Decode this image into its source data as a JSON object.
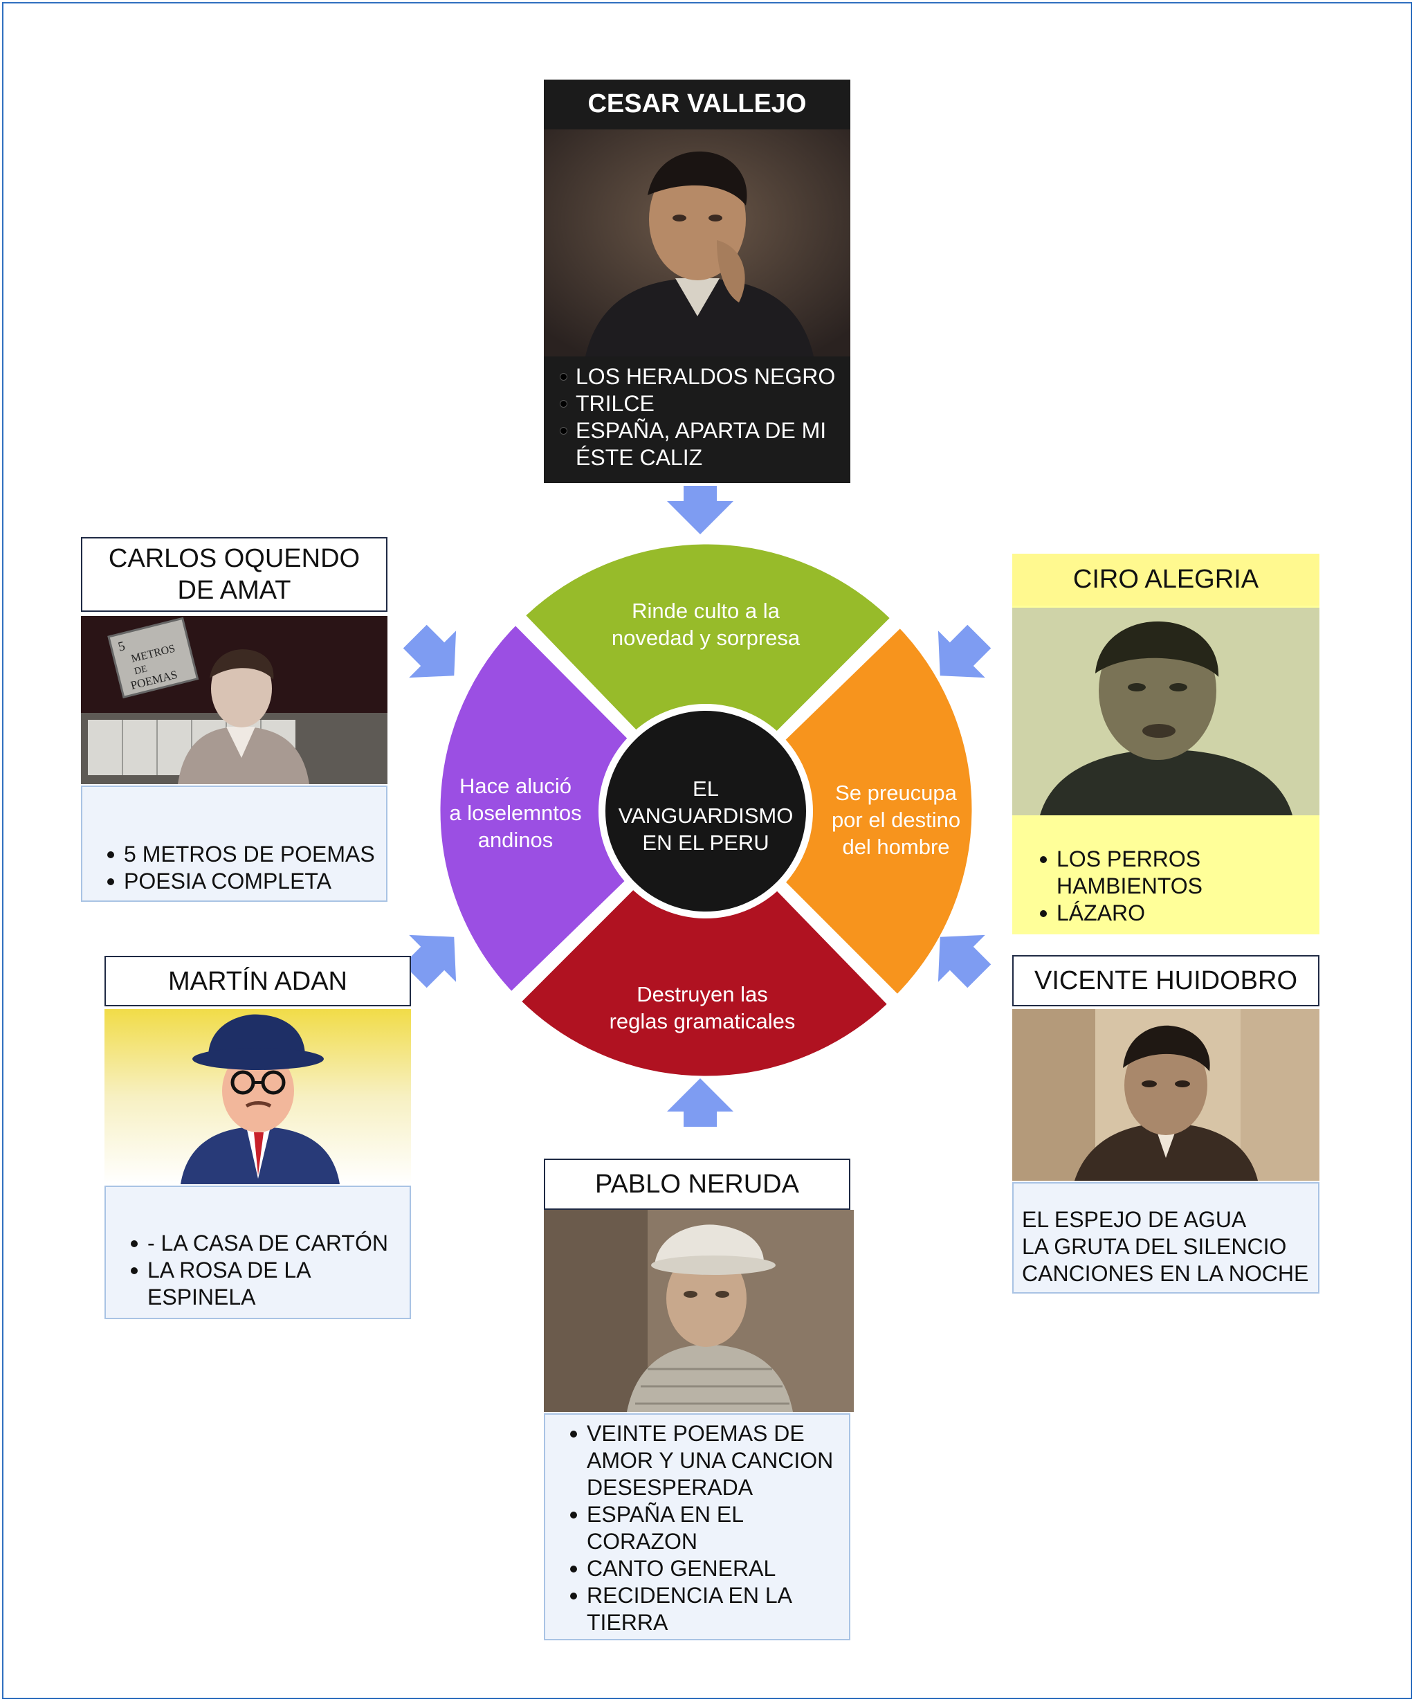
{
  "center": {
    "lines": [
      "EL",
      "VANGUARDISMO",
      "EN EL PERU"
    ]
  },
  "segments": {
    "top": {
      "lines": [
        "Rinde culto a la",
        "novedad y sorpresa"
      ],
      "color": "#97bb2a"
    },
    "right": {
      "lines": [
        "Se preucupa",
        "por el destino",
        "del hombre"
      ],
      "color": "#f7941d"
    },
    "bottom": {
      "lines": [
        "Destruyen las",
        "reglas gramaticales"
      ],
      "color": "#b01221"
    },
    "left": {
      "lines": [
        "Hace alució",
        "a loselemntos",
        "andinos"
      ],
      "color": "#9b4fe3"
    }
  },
  "arrow_color": "#7e9cf2",
  "authors": {
    "vallejo": {
      "name": "CESAR VALLEJO",
      "works": [
        "LOS HERALDOS NEGRO",
        "TRILCE",
        "ESPAÑA, APARTA DE MI ÉSTE CALIZ"
      ]
    },
    "oquendo": {
      "name": "CARLOS OQUENDO DE AMAT",
      "works": [
        "5 METROS DE POEMAS",
        "POESIA COMPLETA"
      ],
      "book_text": [
        "5",
        "METROS",
        "DE",
        "POEMAS"
      ]
    },
    "alegria": {
      "name": "CIRO ALEGRIA",
      "works": [
        "LOS PERROS HAMBIENTOS",
        "LÁZARO"
      ]
    },
    "adan": {
      "name": "MARTÍN ADAN",
      "works": [
        "- LA CASA DE CARTÓN",
        "LA ROSA DE LA ESPINELA"
      ]
    },
    "huidobro": {
      "name": "VICENTE HUIDOBRO",
      "works": [
        "EL  ESPEJO DE AGUA",
        "LA GRUTA DEL SILENCIO",
        "CANCIONES EN LA NOCHE"
      ]
    },
    "neruda": {
      "name": "PABLO NERUDA",
      "works": [
        "VEINTE POEMAS DE AMOR Y UNA CANCION DESESPERADA",
        "ESPAÑA EN EL CORAZON",
        "CANTO GENERAL",
        "RECIDENCIA EN LA TIERRA"
      ]
    }
  }
}
